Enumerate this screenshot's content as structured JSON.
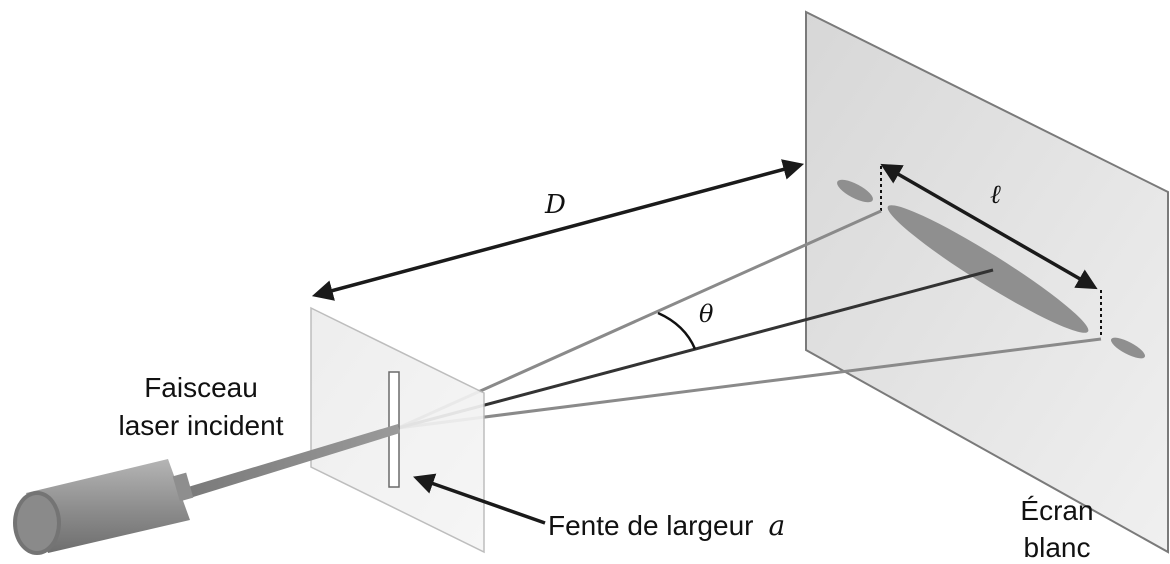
{
  "labels": {
    "beam_line1": "Faisceau",
    "beam_line2": "laser incident",
    "slit_text": "Fente de largeur",
    "slit_symbol": "a",
    "screen_line1": "Écran",
    "screen_line2": "blanc",
    "distance_symbol": "D",
    "width_symbol": "ℓ",
    "angle_symbol": "θ"
  },
  "colors": {
    "screen_fill": "#e0e0e0",
    "slit_fill": "#f1f1f1",
    "spot": "#8f8f8f",
    "ray_outer": "#8a8a8a",
    "ray_center": "#333333",
    "arrow": "#1a1a1a",
    "laser_body": "#9a9a9a"
  }
}
